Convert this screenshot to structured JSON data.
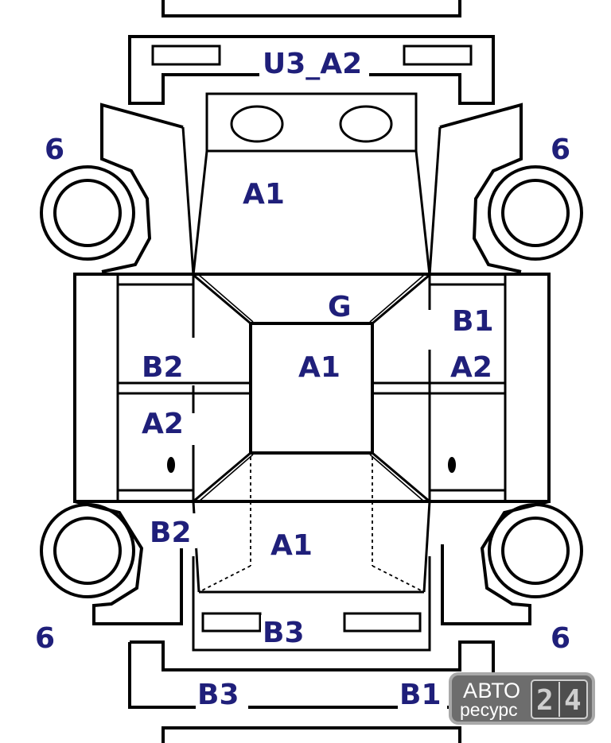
{
  "colors": {
    "label": "#1f1f7a",
    "line": "#000000",
    "logo_bg": "#6d6d6d",
    "logo_border": "#a9a9a9"
  },
  "labels": {
    "front_bumper": "U3_A2",
    "hood": "A1",
    "windshield_wiper_area": "G",
    "roof": "A1",
    "trunk": "A1",
    "left_front_door_top": "B2",
    "left_front_door_bottom": "A2",
    "left_rear_pillar": "B2",
    "right_front_door_top": "B1",
    "right_front_door_bottom": "A2",
    "rear_panel": "B3",
    "rear_bumper_left": "B3",
    "rear_bumper_right": "B1",
    "wheel_front_left": "6",
    "wheel_front_right": "6",
    "wheel_rear_left": "6",
    "wheel_rear_right": "6"
  },
  "logo": {
    "line1": "АВТО",
    "line2": "ресурс",
    "digit1": "2",
    "digit2": "4"
  }
}
